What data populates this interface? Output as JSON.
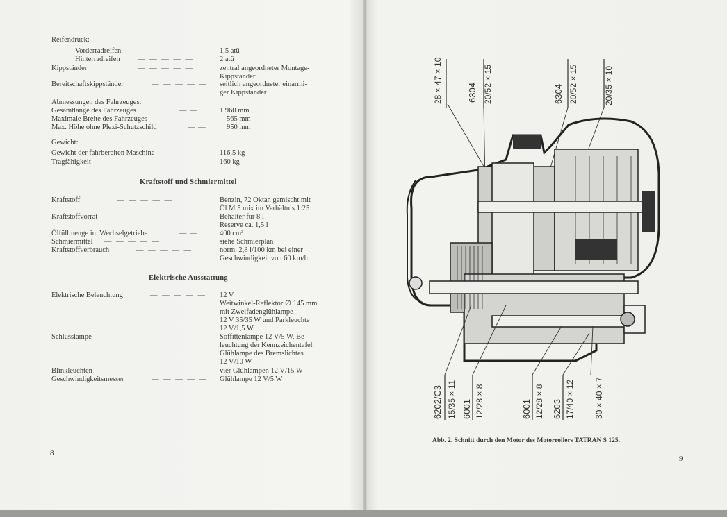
{
  "left_page": {
    "page_number": "8",
    "dashes": "— — — — —",
    "sections": {
      "reifendruck": {
        "title": "Reifendruck:",
        "rows": [
          {
            "label": "Vorderradreifen",
            "value": "1,5 atü"
          },
          {
            "label": "Hinterradreifen",
            "value": "2 atü"
          },
          {
            "label": "Kippständer",
            "value": "zentral angeordneter Montage-",
            "value2": "Kippständer"
          },
          {
            "label": "Bereitschaftskippständer",
            "value": "seitlich angeordneter einarmi-",
            "value2": "ger Kippständer"
          }
        ]
      },
      "abmessungen": {
        "title": "Abmessungen des Fahrzeuges:",
        "rows": [
          {
            "label": "Gesamtlänge des Fahrzeuges",
            "value": "1 960 mm"
          },
          {
            "label": "Maximale Breite des Fahrzeuges",
            "value": "565 mm"
          },
          {
            "label": "Max. Höhe ohne Plexi-Schutzschild",
            "value": "950 mm"
          }
        ]
      },
      "gewicht": {
        "title": "Gewicht:",
        "rows": [
          {
            "label": "Gewicht der fahrbereiten Maschine",
            "value": "116,5 kg"
          },
          {
            "label": "Tragfähigkeit",
            "value": "160 kg"
          }
        ]
      },
      "kraftstoff": {
        "heading": "Kraftstoff und Schmiermittel",
        "rows": [
          {
            "label": "Kraftstoff",
            "value": "Benzin, 72 Oktan gemischt mit",
            "value2": "Öl M 5 mix im Verhältnis 1:25"
          },
          {
            "label": "Kraftstoffvorrat",
            "value": "Behälter für 8 l",
            "value2": "Reserve ca. 1,5 l"
          },
          {
            "label": "Ölfüllmenge im Wechselgetriebe",
            "value": "400 cm³"
          },
          {
            "label": "Schmiermittel",
            "value": "siehe Schmierplan"
          },
          {
            "label": "Kraftstoffverbrauch",
            "value": "norm. 2,8 l/100 km bei einer",
            "value2": "Geschwindigkeit von 60 km/h."
          }
        ]
      },
      "elektrik": {
        "heading": "Elektrische Ausstattung",
        "rows": [
          {
            "label": "Elektrische Beleuchtung",
            "lines": [
              "12 V",
              "Weitwinkel-Reflektor ∅ 145 mm",
              "mit Zweifadenglühlampe",
              "12 V 35/35 W und Parkleuchte",
              "12 V/1,5 W"
            ]
          },
          {
            "label": "Schlusslampe",
            "lines": [
              "Soffittenlampe 12 V/5 W, Be-",
              "leuchtung der Kennzeichentafel",
              "Glühlampe des Bremslichtes",
              "12 V/10 W"
            ]
          },
          {
            "label": "Blinkleuchten",
            "lines": [
              "vier Glühlampen 12 V/15 W"
            ]
          },
          {
            "label": "Geschwindigkeitsmesser",
            "lines": [
              "Glühlampe 12 V/5 W"
            ]
          }
        ]
      }
    }
  },
  "right_page": {
    "page_number": "9",
    "caption": "Abb. 2. Schnitt durch den Motor des Motorrollers TATRAN S 125.",
    "bearing_labels_top": [
      {
        "name": "28 × 47 × 10"
      },
      {
        "name": "6304",
        "sub": "20/52 × 15"
      },
      {
        "name": "6304",
        "sub": "20/52 × 15"
      },
      {
        "name": "20/35 × 10"
      }
    ],
    "bearing_labels_bottom": [
      {
        "name": "6202/C3",
        "sub": "15/35 × 11"
      },
      {
        "name": "6001",
        "sub": "12/28 × 8"
      },
      {
        "name": "6001",
        "sub": "12/28 × 8"
      },
      {
        "name": "6203",
        "sub": "17/40 × 12"
      },
      {
        "name": "30 × 40 × 7"
      }
    ]
  }
}
